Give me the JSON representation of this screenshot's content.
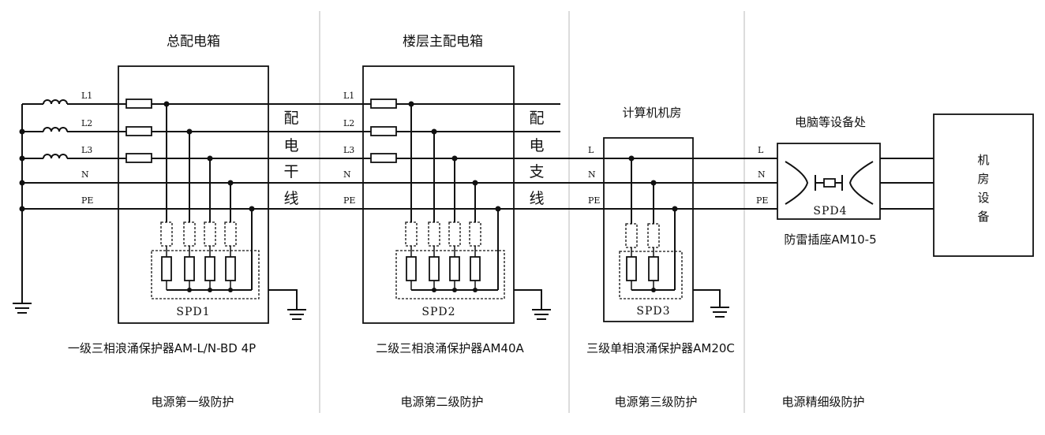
{
  "panels": {
    "main_box": {
      "title": "总配电箱",
      "spd": "SPD1",
      "product": "一级三相浪涌保护器AM-L/N-BD 4P",
      "protection": "电源第一级防护",
      "trunk": [
        "配",
        "电",
        "干",
        "线"
      ]
    },
    "floor_box": {
      "title": "楼层主配电箱",
      "spd": "SPD2",
      "product": "二级三相浪涌保护器AM40A",
      "protection": "电源第二级防护",
      "trunk": [
        "配",
        "电",
        "支",
        "线"
      ]
    },
    "computer_room": {
      "title": "计算机机房",
      "spd": "SPD3",
      "product": "三级单相浪涌保护器AM20C",
      "protection": "电源第三级防护"
    },
    "device": {
      "title": "电脑等设备处",
      "spd": "SPD4",
      "product": "防雷插座AM10-5",
      "protection": "电源精细级防护"
    },
    "equipment": {
      "chars": [
        "机",
        "房",
        "设",
        "备"
      ]
    }
  },
  "wires_3phase": [
    "L1",
    "L2",
    "L3",
    "N",
    "PE"
  ],
  "wires_1phase": [
    "L",
    "N",
    "PE"
  ]
}
